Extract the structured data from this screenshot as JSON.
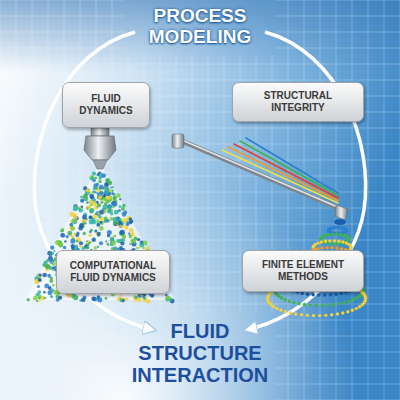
{
  "diagram": {
    "title": "PROCESS MODELING",
    "caption": "FLUID STRUCTURE INTERACTION",
    "nodes": [
      {
        "text": [
          "FLUID DYNAMICS"
        ]
      },
      {
        "text": [
          "STRUCTURAL INTEGRITY"
        ]
      },
      {
        "text": [
          "COMPUTATIONAL FLUID DYNAMICS"
        ]
      },
      {
        "text": [
          "FINITE ELEMENT METHODS"
        ]
      }
    ]
  }
}
